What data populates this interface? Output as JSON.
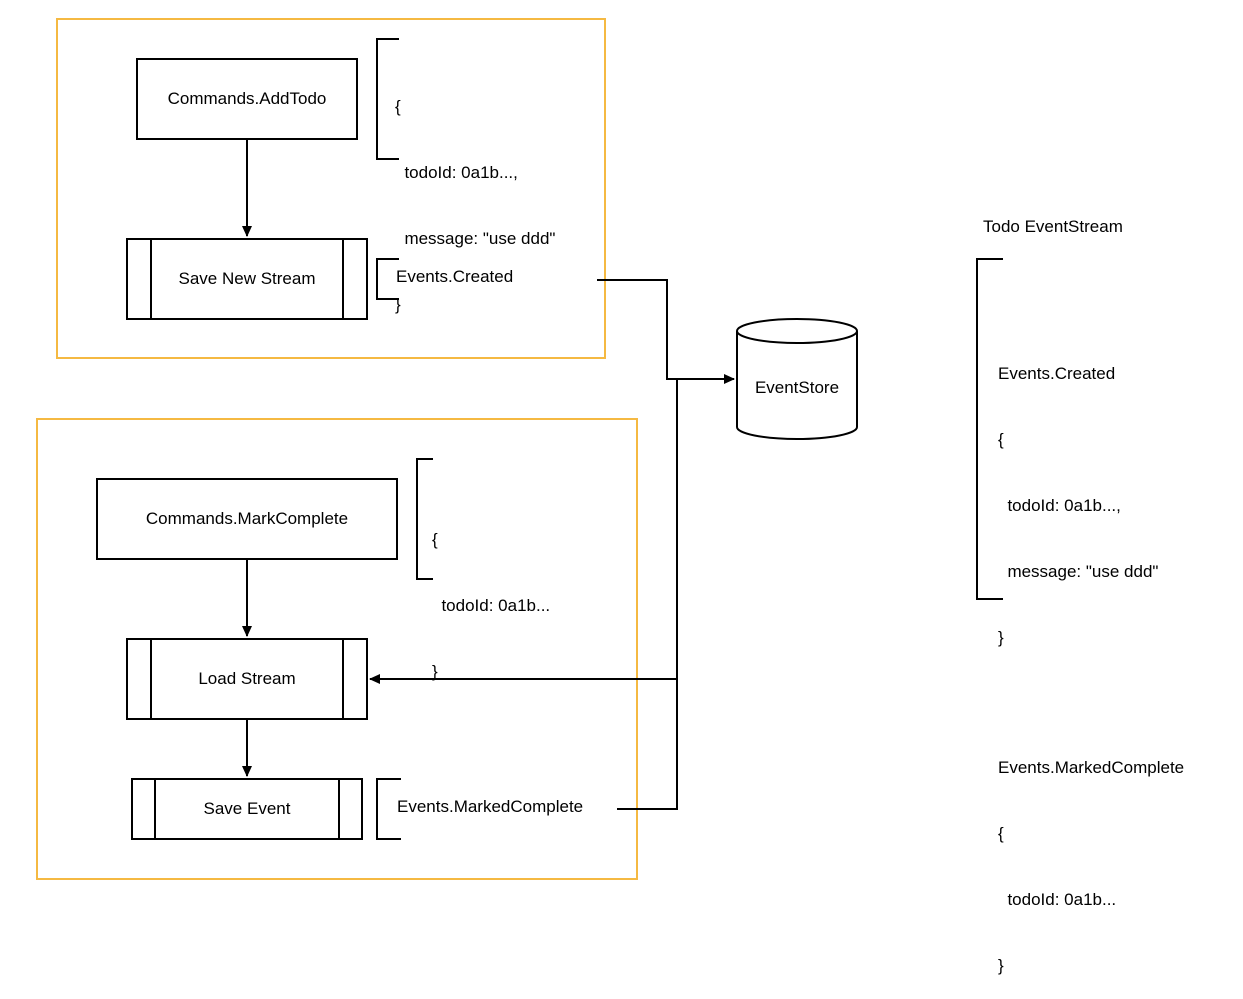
{
  "colors": {
    "group_border": "#f5b942",
    "stroke": "#000000",
    "background": "#ffffff"
  },
  "group1": {
    "command": "Commands.AddTodo",
    "payload": [
      "{",
      "  todoId: 0a1b...,",
      "  message: \"use ddd\"",
      "}"
    ],
    "process": "Save New Stream",
    "event": "Events.Created"
  },
  "group2": {
    "command": "Commands.MarkComplete",
    "payload": [
      "{",
      "  todoId: 0a1b...",
      "}"
    ],
    "load": "Load Stream",
    "save": "Save Event",
    "event": "Events.MarkedComplete"
  },
  "store": {
    "label": "EventStore"
  },
  "stream": {
    "title": "Todo EventStream",
    "lines": [
      "Events.Created",
      "{",
      "  todoId: 0a1b...,",
      "  message: \"use ddd\"",
      "}",
      "",
      "Events.MarkedComplete",
      "{",
      "  todoId: 0a1b...",
      "}"
    ]
  }
}
